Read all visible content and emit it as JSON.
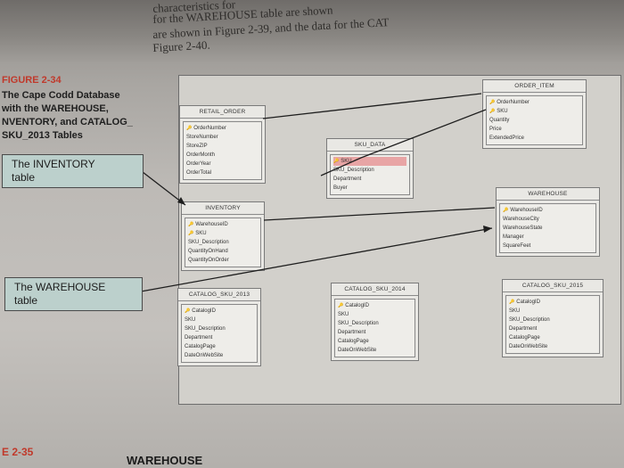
{
  "top_text": {
    "line1": "characteristics for",
    "line2": "for the WAREHOUSE table are shown",
    "line3": "are shown in Figure 2-39, and the data for the CAT",
    "line4": "Figure 2-40."
  },
  "figure": {
    "number": "FIGURE 2-34",
    "title_lines": [
      "The Cape Codd Database",
      "with the WAREHOUSE,",
      "NVENTORY, and CATALOG_",
      "SKU_2013 Tables"
    ]
  },
  "callouts": {
    "inventory": [
      "The INVENTORY",
      "table"
    ],
    "warehouse": [
      "The WAREHOUSE",
      "table"
    ]
  },
  "tables": {
    "order_item": {
      "name": "ORDER_ITEM",
      "columns": [
        {
          "label": "OrderNumber",
          "key": true
        },
        {
          "label": "SKU",
          "key": true
        },
        {
          "label": "Quantity",
          "key": false
        },
        {
          "label": "Price",
          "key": false
        },
        {
          "label": "ExtendedPrice",
          "key": false
        }
      ]
    },
    "retail_order": {
      "name": "RETAIL_ORDER",
      "columns": [
        {
          "label": "OrderNumber",
          "key": true
        },
        {
          "label": "StoreNumber",
          "key": false
        },
        {
          "label": "StoreZIP",
          "key": false
        },
        {
          "label": "OrderMonth",
          "key": false
        },
        {
          "label": "OrderYear",
          "key": false
        },
        {
          "label": "OrderTotal",
          "key": false
        }
      ]
    },
    "sku_data": {
      "name": "SKU_DATA",
      "columns": [
        {
          "label": "SKU",
          "key": true
        },
        {
          "label": "SKU_Description",
          "key": false
        },
        {
          "label": "Department",
          "key": false
        },
        {
          "label": "Buyer",
          "key": false
        }
      ]
    },
    "inventory": {
      "name": "INVENTORY",
      "columns": [
        {
          "label": "WarehouseID",
          "key": true
        },
        {
          "label": "SKU",
          "key": true
        },
        {
          "label": "SKU_Description",
          "key": false
        },
        {
          "label": "QuantityOnHand",
          "key": false
        },
        {
          "label": "QuantityOnOrder",
          "key": false
        }
      ]
    },
    "warehouse": {
      "name": "WAREHOUSE",
      "columns": [
        {
          "label": "WarehouseID",
          "key": true
        },
        {
          "label": "WarehouseCity",
          "key": false
        },
        {
          "label": "WarehouseState",
          "key": false
        },
        {
          "label": "Manager",
          "key": false
        },
        {
          "label": "SquareFeet",
          "key": false
        }
      ]
    },
    "catalog_2013": {
      "name": "CATALOG_SKU_2013",
      "columns": [
        {
          "label": "CatalogID",
          "key": true
        },
        {
          "label": "SKU",
          "key": false
        },
        {
          "label": "SKU_Description",
          "key": false
        },
        {
          "label": "Department",
          "key": false
        },
        {
          "label": "CatalogPage",
          "key": false
        },
        {
          "label": "DateOnWebSite",
          "key": false
        }
      ]
    },
    "catalog_2014": {
      "name": "CATALOG_SKU_2014",
      "columns": [
        {
          "label": "CatalogID",
          "key": true
        },
        {
          "label": "SKU",
          "key": false
        },
        {
          "label": "SKU_Description",
          "key": false
        },
        {
          "label": "Department",
          "key": false
        },
        {
          "label": "CatalogPage",
          "key": false
        },
        {
          "label": "DateOnWebSite",
          "key": false
        }
      ]
    },
    "catalog_2015": {
      "name": "CATALOG_SKU_2015",
      "columns": [
        {
          "label": "CatalogID",
          "key": true
        },
        {
          "label": "SKU",
          "key": false
        },
        {
          "label": "SKU_Description",
          "key": false
        },
        {
          "label": "Department",
          "key": false
        },
        {
          "label": "CatalogPage",
          "key": false
        },
        {
          "label": "DateOnWebSite",
          "key": false
        }
      ]
    }
  },
  "footer": {
    "left": "E 2-35",
    "center": "WAREHOUSE"
  },
  "colors": {
    "accent_red": "#c0392b",
    "callout_fill": "#bcd0cc",
    "highlight_row": "#e8a5a5"
  }
}
